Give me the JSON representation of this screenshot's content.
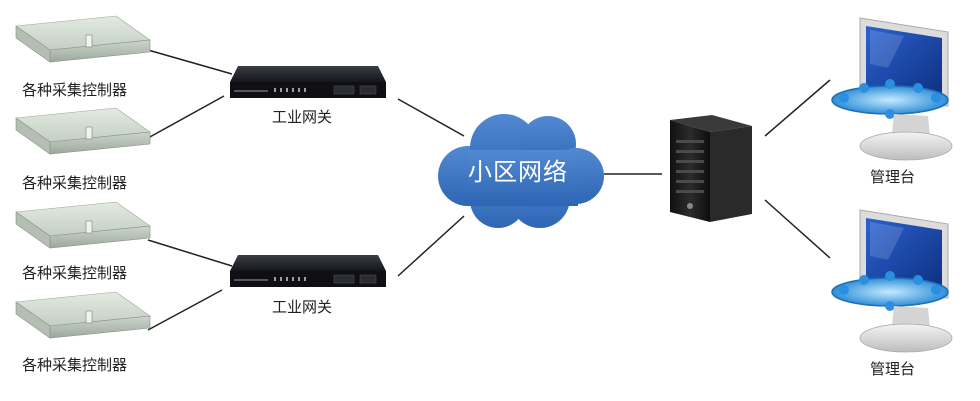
{
  "diagram": {
    "controller_label": "各种采集控制器",
    "gateway_label": "工业网关",
    "network_label": "小区网络",
    "console_label": "管理台"
  },
  "colors": {
    "cloud": "#3f78c6",
    "line": "#222222",
    "rack_unit": "#c9d2c8",
    "gateway_body": "#1e1e24",
    "server_body": "#1c1c1c",
    "monitor_screen": "#1c4aa8"
  }
}
